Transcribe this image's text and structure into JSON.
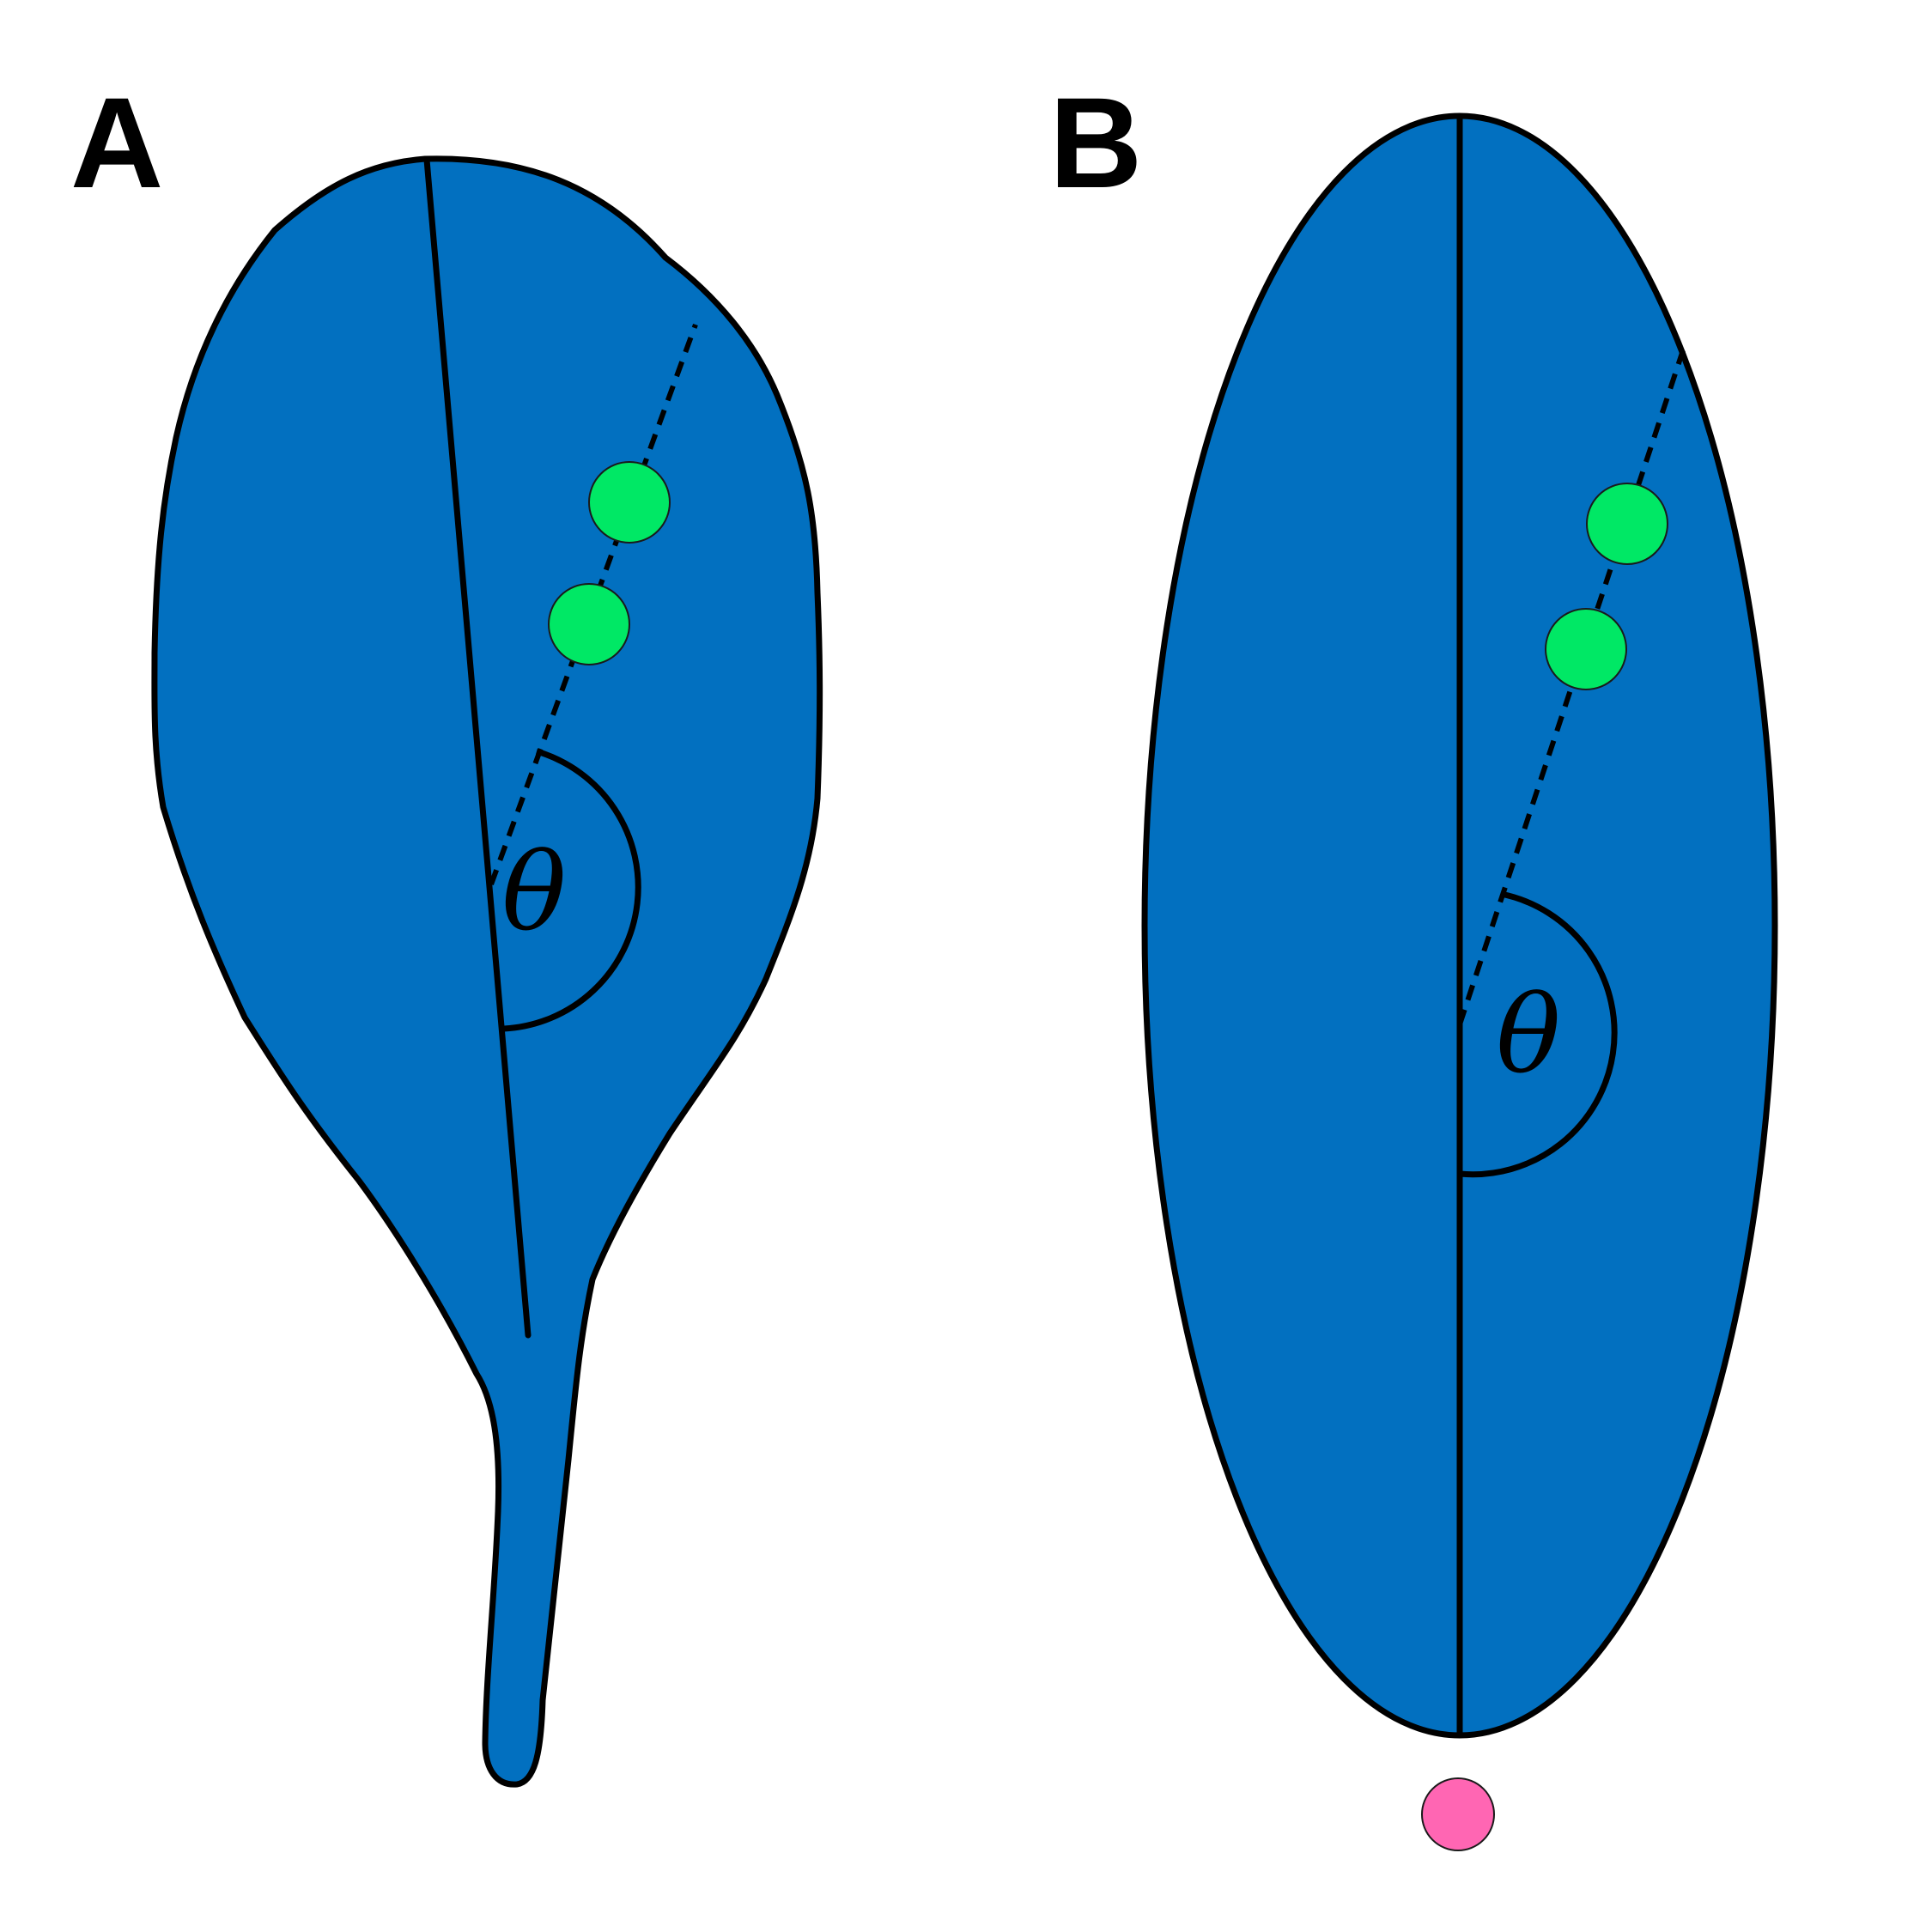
{
  "panels": [
    {
      "label": "A",
      "angle_symbol": "θ"
    },
    {
      "label": "B",
      "angle_symbol": "θ"
    }
  ],
  "colors": {
    "leaf_fill": "#0270c0",
    "marker_green": "#00e865",
    "marker_pink": "#ff66b3",
    "outline": "#000000",
    "background": "#ffffff"
  },
  "markers": {
    "panel_a_green_count": 2,
    "panel_b_green_count": 2,
    "panel_b_pink_count": 1
  }
}
